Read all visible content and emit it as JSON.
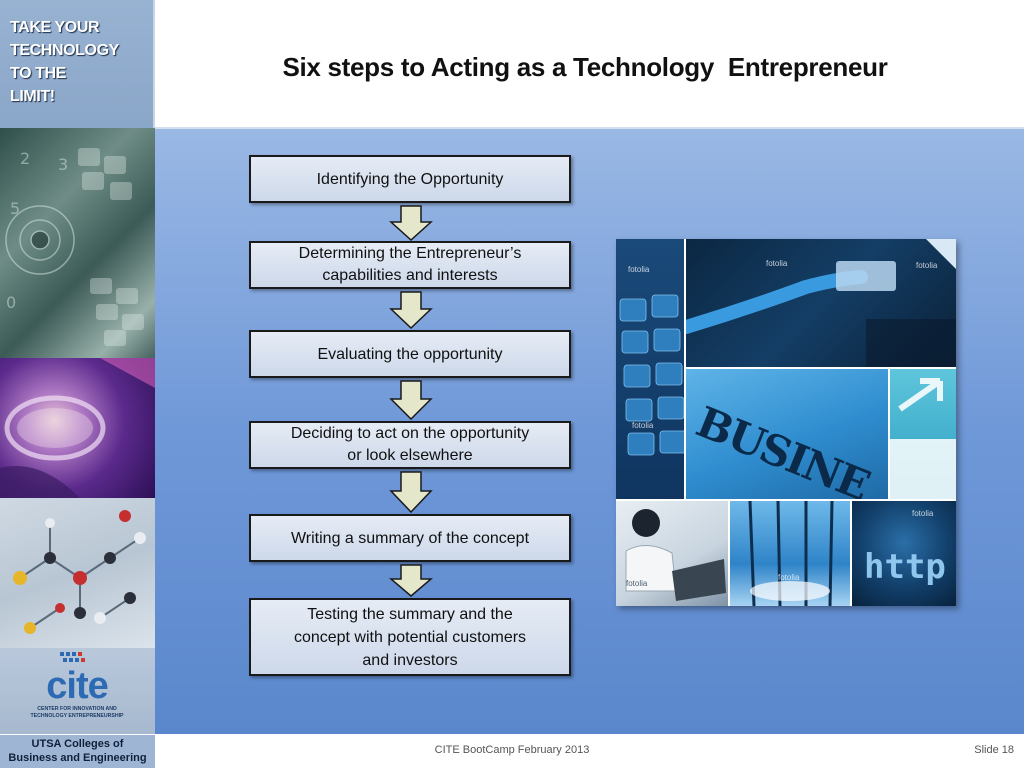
{
  "sidebar": {
    "tagline": [
      "TAKE YOUR",
      "TECHNOLOGY",
      "TO THE",
      "LIMIT!"
    ],
    "logo_text": "cite",
    "logo_caption": [
      "CENTER FOR INNOVATION AND",
      "TECHNOLOGY ENTREPRENEURSHIP"
    ],
    "college": [
      "UTSA Colleges of",
      "Business and Engineering"
    ]
  },
  "slide": {
    "title": "Six steps to Acting as a Technology  Entrepreneur",
    "steps": [
      [
        "Identifying the Opportunity"
      ],
      [
        "Determining the Entrepreneur’s",
        "capabilities and interests"
      ],
      [
        "Evaluating the opportunity"
      ],
      [
        "Deciding to act on the opportunity",
        "or look elsewhere"
      ],
      [
        "Writing a summary of the concept"
      ],
      [
        "Testing the summary and the",
        "concept with potential customers",
        "and investors"
      ]
    ],
    "collage_labels": {
      "business": "BUSINE",
      "http": "http",
      "watermark": "fotolia"
    }
  },
  "footer": {
    "center": "CITE BootCamp February 2013",
    "slide_number": "Slide 18"
  },
  "colors": {
    "panel_top": "#9ab8e4",
    "panel_bottom": "#5a87cc",
    "box_fill": "#dde5f1",
    "arrow_fill": "#e4e7c9",
    "logo_blue": "#2c6bb3",
    "logo_red": "#d13a2a"
  }
}
